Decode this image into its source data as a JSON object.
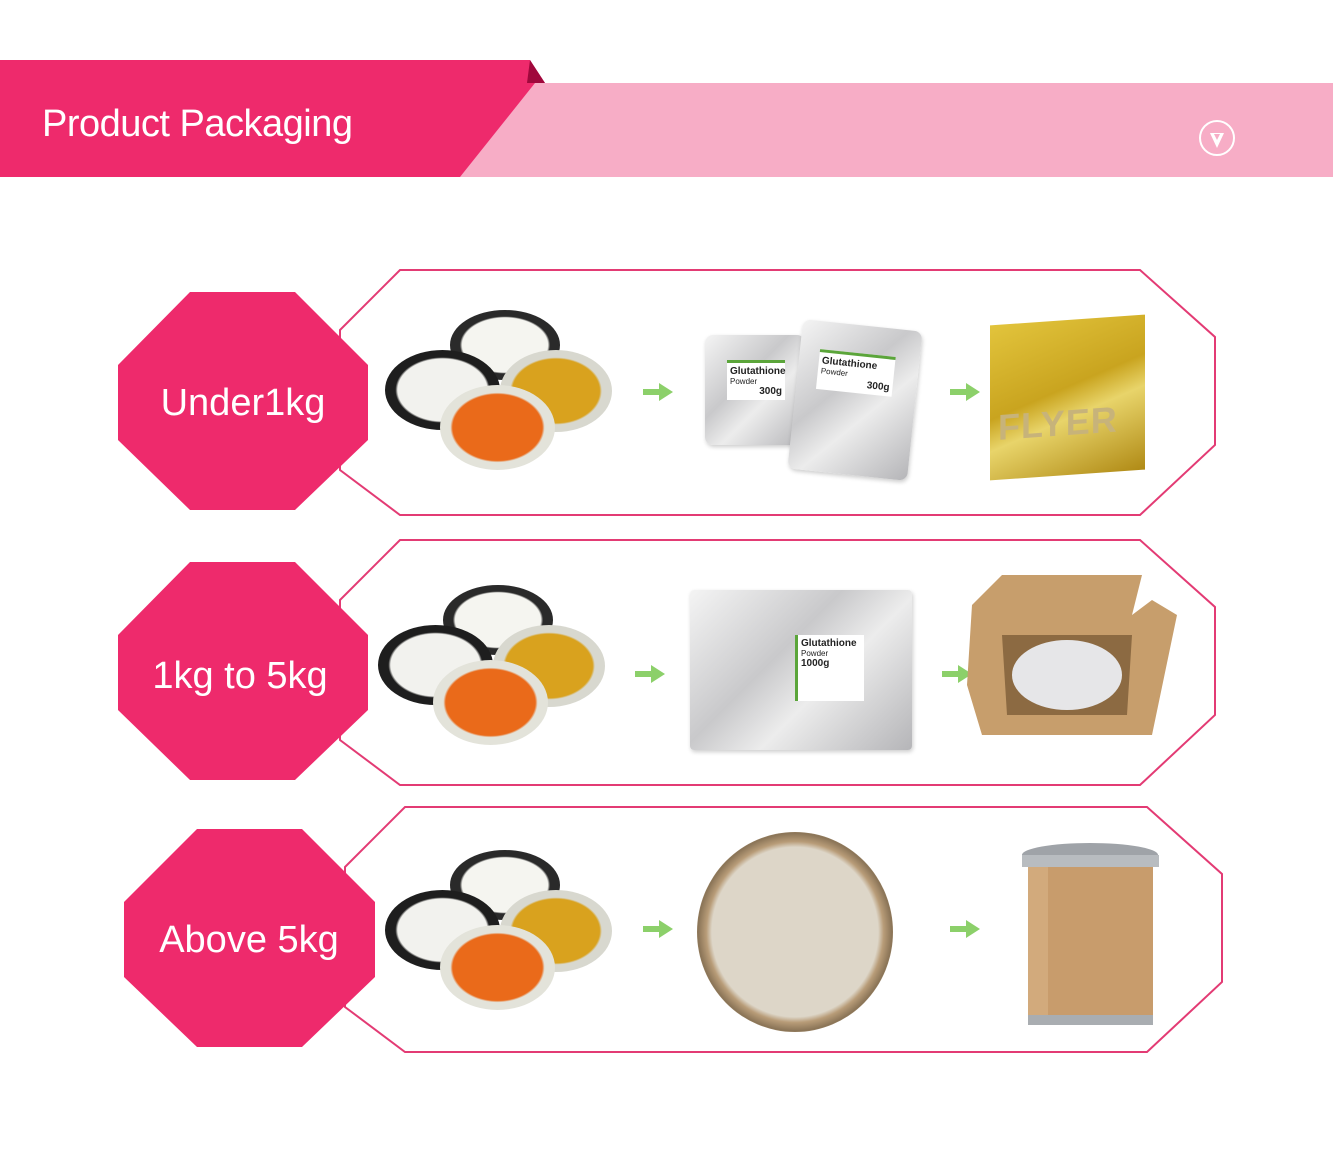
{
  "header": {
    "title": "Product Packaging",
    "icon": "chevron-down-circle-icon",
    "colors": {
      "primary": "#ee2a6c",
      "light": "#f7adc6",
      "dark": "#a0083c"
    }
  },
  "rows": [
    {
      "label": "Under1kg",
      "steps": [
        "powder-bowls",
        "foil-pouches",
        "flyer-bag"
      ],
      "pouch": {
        "name": "Glutathione",
        "type": "Powder",
        "weight": "300g"
      },
      "bag_text": "FLYER"
    },
    {
      "label": "1kg to 5kg",
      "steps": [
        "powder-bowls",
        "foil-bag",
        "carton-box"
      ],
      "pouch": {
        "name": "Glutathione",
        "type": "Powder",
        "weight": "1000g"
      }
    },
    {
      "label": "Above 5kg",
      "steps": [
        "powder-bowls",
        "open-drum",
        "fiber-drum"
      ]
    }
  ]
}
